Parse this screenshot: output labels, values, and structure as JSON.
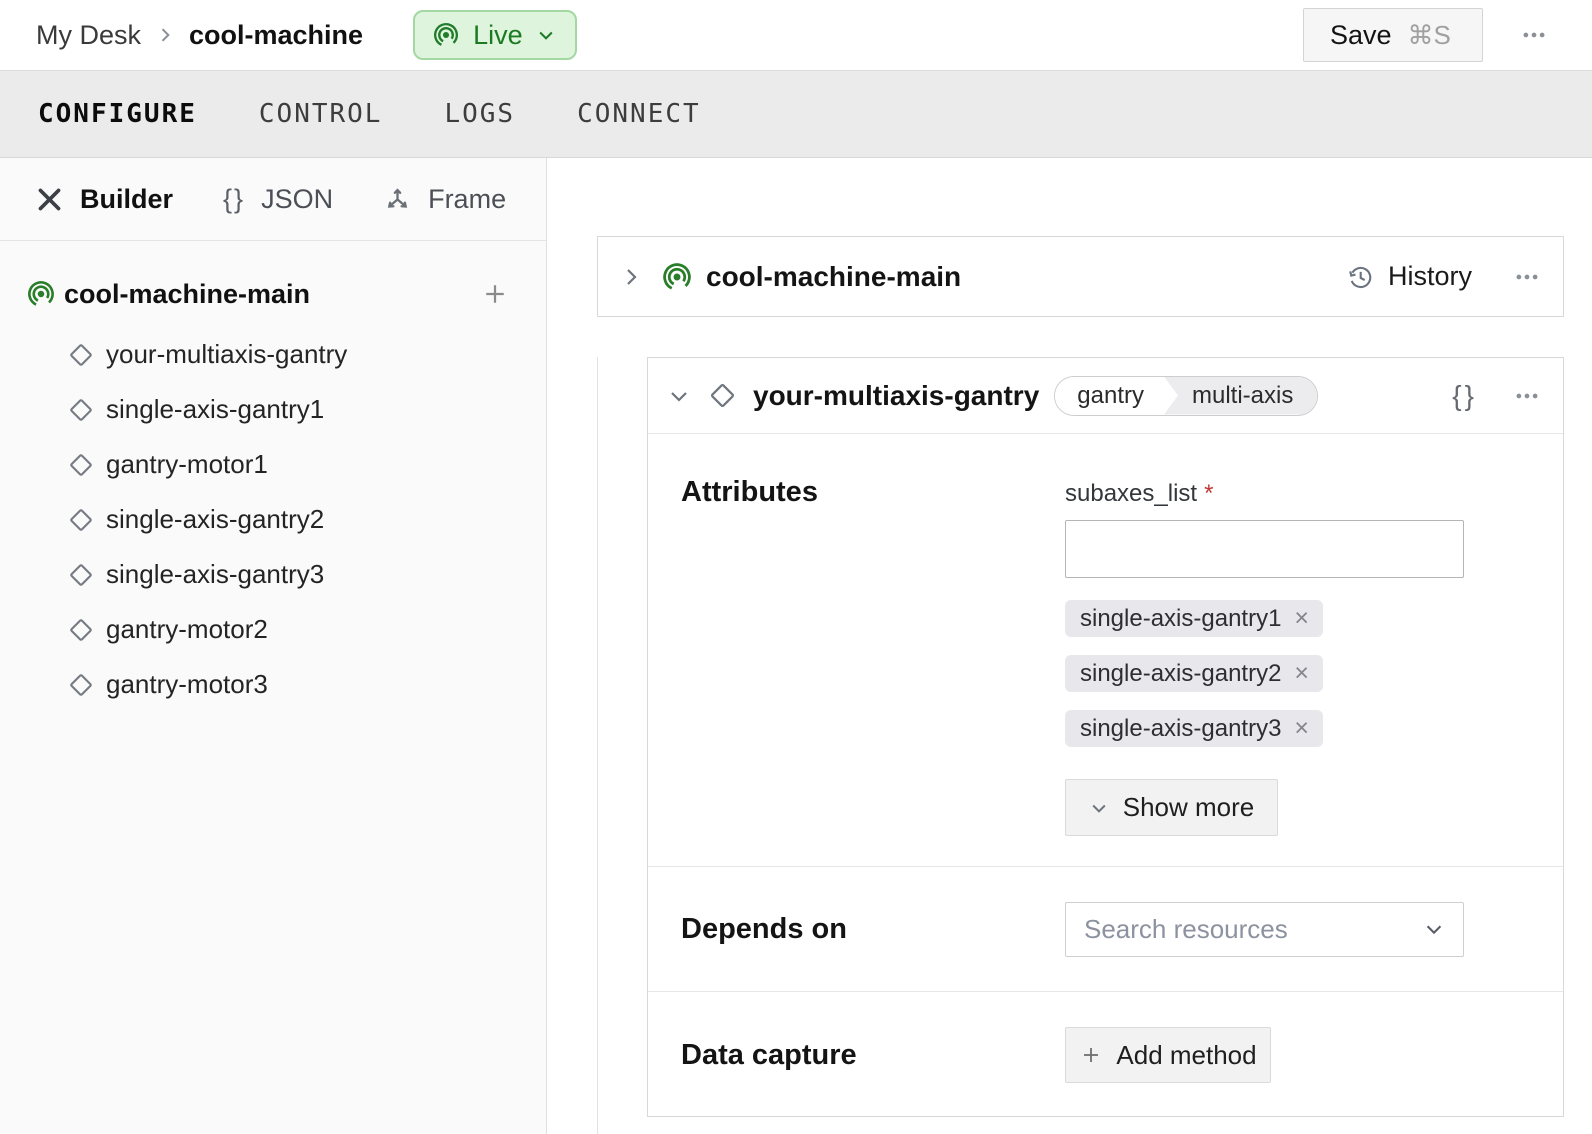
{
  "header": {
    "breadcrumb": {
      "parent": "My Desk",
      "current": "cool-machine"
    },
    "live_badge": {
      "label": "Live"
    },
    "save_button": {
      "label": "Save",
      "shortcut": "⌘S"
    }
  },
  "tabs": [
    {
      "label": "CONFIGURE",
      "active": true
    },
    {
      "label": "CONTROL",
      "active": false
    },
    {
      "label": "LOGS",
      "active": false
    },
    {
      "label": "CONNECT",
      "active": false
    }
  ],
  "sidebar": {
    "views": [
      {
        "label": "Builder",
        "icon": "tools-icon",
        "active": true
      },
      {
        "label": "JSON",
        "icon": "braces-icon",
        "active": false
      },
      {
        "label": "Frame",
        "icon": "frame-axes-icon",
        "active": false
      }
    ],
    "tree": {
      "root": "cool-machine-main",
      "items": [
        "your-multiaxis-gantry",
        "single-axis-gantry1",
        "gantry-motor1",
        "single-axis-gantry2",
        "single-axis-gantry3",
        "gantry-motor2",
        "gantry-motor3"
      ]
    }
  },
  "main": {
    "part_card": {
      "title": "cool-machine-main",
      "history_label": "History"
    },
    "component_card": {
      "title": "your-multiaxis-gantry",
      "tags": [
        "gantry",
        "multi-axis"
      ],
      "attributes": {
        "section_label": "Attributes",
        "field_label": "subaxes_list",
        "required_marker": "*",
        "input_value": "",
        "chips": [
          "single-axis-gantry1",
          "single-axis-gantry2",
          "single-axis-gantry3"
        ],
        "show_more_label": "Show more"
      },
      "depends_on": {
        "section_label": "Depends on",
        "placeholder": "Search resources"
      },
      "data_capture": {
        "section_label": "Data capture",
        "add_button_label": "Add method"
      }
    }
  },
  "glyphs": {
    "braces": "{}",
    "chip_remove": "×"
  },
  "colors": {
    "live_green": "#217c2c",
    "live_badge_bg": "#def4dc",
    "live_badge_border": "#a4d8a2",
    "required_red": "#c03535",
    "tabbar_bg": "#ebebeb",
    "sidebar_bg": "#fafafa",
    "card_border": "#d8d8d8",
    "chip_bg": "#e8e8ec"
  }
}
